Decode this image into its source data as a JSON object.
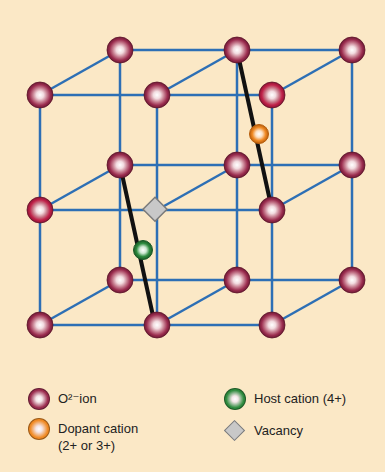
{
  "diagram": {
    "legend": [
      {
        "text": "O²⁻ion",
        "color": "#9b2d4f"
      },
      {
        "text": "Host cation (4+)",
        "color": "#2e8b3e"
      },
      {
        "text": "Dopant cation (2+ or 3+)",
        "color": "#f08a24"
      },
      {
        "text": "Vacancy",
        "color": "#c8c8c8"
      }
    ]
  }
}
